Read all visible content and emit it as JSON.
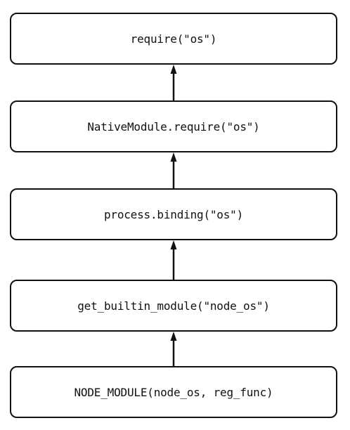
{
  "diagram": {
    "nodes": [
      {
        "id": "require",
        "label": "require(\"os\")"
      },
      {
        "id": "native_module_require",
        "label": "NativeModule.require(\"os\")"
      },
      {
        "id": "process_binding",
        "label": "process.binding(\"os\")"
      },
      {
        "id": "get_builtin_module",
        "label": "get_builtin_module(\"node_os\")"
      },
      {
        "id": "node_module",
        "label": "NODE_MODULE(node_os, reg_func)"
      }
    ],
    "edges": [
      {
        "from": "native_module_require",
        "to": "require"
      },
      {
        "from": "process_binding",
        "to": "native_module_require"
      },
      {
        "from": "get_builtin_module",
        "to": "process_binding"
      },
      {
        "from": "node_module",
        "to": "get_builtin_module"
      }
    ],
    "colors": {
      "stroke": "#111111",
      "background": "#ffffff"
    }
  }
}
